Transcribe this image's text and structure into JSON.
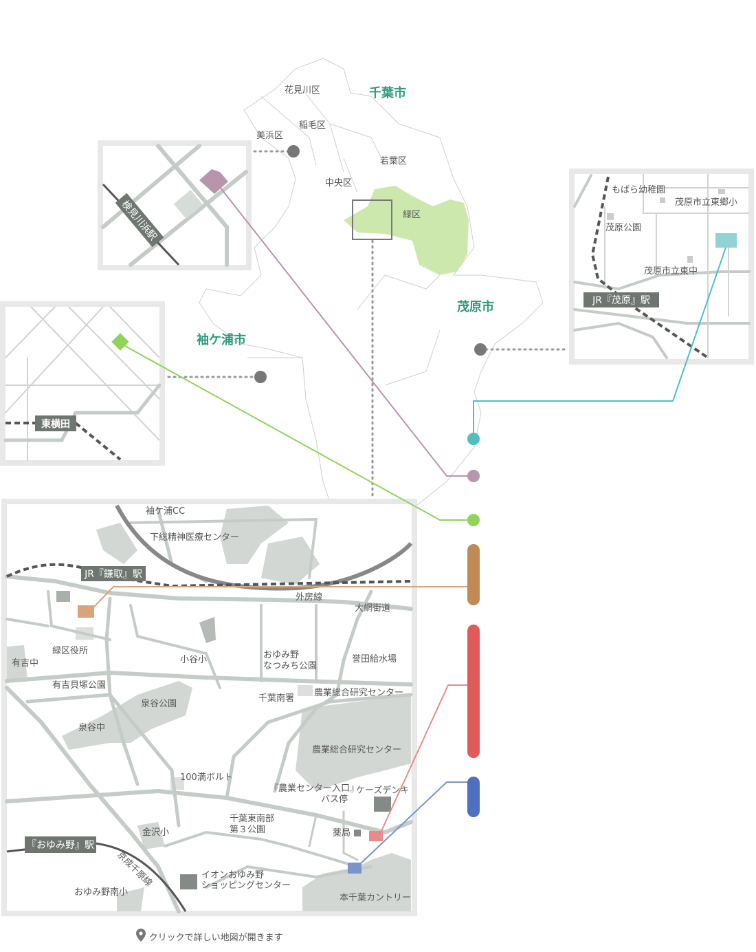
{
  "colors": {
    "city_label": "#2e9b7c",
    "midori_area": "#cde8ad",
    "mobara_marker": "#4fbfc4",
    "kemigawa_marker": "#b695ad",
    "higashiyokota_marker": "#8fd35b",
    "kamatori_marker": "#c08a55",
    "red_marker": "#e05a5a",
    "blue_marker": "#4f6fbf"
  },
  "overview": {
    "cities": [
      "千葉市",
      "茂原市",
      "袖ケ浦市"
    ],
    "wards": [
      "花見川区",
      "稲毛区",
      "美浜区",
      "若葉区",
      "中央区",
      "緑区"
    ]
  },
  "inset_kemigawa": {
    "station": "検見川浜駅"
  },
  "inset_higashiyokota": {
    "station": "東横田"
  },
  "inset_mobara": {
    "station": "JR『茂原』駅",
    "labels": [
      "もばら幼稚園",
      "茂原市立東郷小",
      "茂原公園",
      "茂原市立東中"
    ]
  },
  "inset_midori": {
    "stations": [
      "JR『鎌取』駅",
      "『おゆみ野』駅"
    ],
    "rail_lines": [
      "外房線",
      "京成千原線"
    ],
    "labels": [
      "袖ケ浦CC",
      "下総精神医療センター",
      "大網街道",
      "緑区役所",
      "有吉中",
      "小谷小",
      "おゆみ野",
      "なつみち公園",
      "誉田給水場",
      "有吉貝塚公園",
      "千葉南署",
      "農業総合研究センター",
      "泉谷公園",
      "泉谷中",
      "農業総合研究センター",
      "100満ボルト",
      "『農業センター入口』",
      "バス停",
      "ケーズデンキ",
      "千葉東南部",
      "第３公園",
      "薬局",
      "金沢小",
      "イオンおゆみ野",
      "ショッピングセンター",
      "おゆみ野南小",
      "本千葉カントリー"
    ]
  },
  "footer": {
    "icon": "map-pin-icon",
    "text": "クリックで詳しい地図が開きます"
  }
}
